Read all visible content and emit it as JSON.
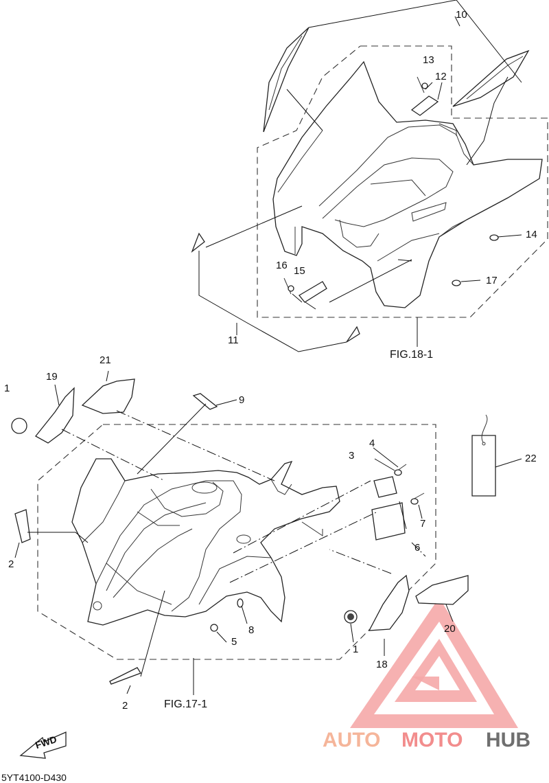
{
  "labels": {
    "l1a": "1",
    "l1b": "1",
    "l2a": "2",
    "l2b": "2",
    "l3": "3",
    "l4": "4",
    "l5": "5",
    "l6": "6",
    "l7": "7",
    "l8": "8",
    "l9": "9",
    "l10": "10",
    "l11": "11",
    "l12": "12",
    "l13": "13",
    "l14": "14",
    "l15": "15",
    "l16": "16",
    "l17": "17",
    "l18": "18",
    "l19": "19",
    "l20": "20",
    "l21": "21",
    "l22": "22"
  },
  "figures": {
    "fig18": "FIG.18-1",
    "fig17": "FIG.17-1"
  },
  "arrow_text": "FWD",
  "diagram_code": "5YT4100-D430",
  "watermark": {
    "part1": "AUTO",
    "part2": "MOTO",
    "part3": "HUB",
    "colors": {
      "auto": "#f5b59a",
      "moto": "#f28d8d",
      "hub": "#6f6f6f",
      "logo": "#f29a9a"
    }
  }
}
